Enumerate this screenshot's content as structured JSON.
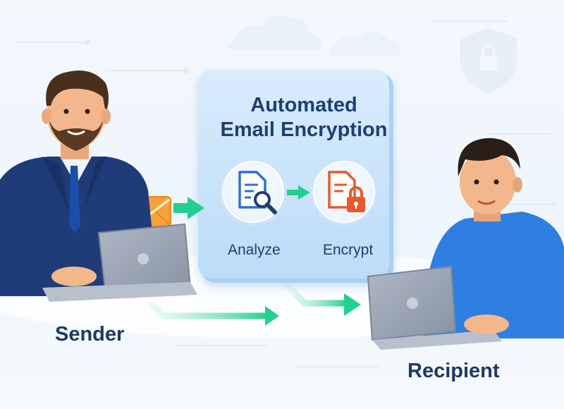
{
  "diagram": {
    "title_line1": "Automated",
    "title_line2": "Email Encryption",
    "steps": [
      {
        "label": "Analyze",
        "icon": "document-search-icon"
      },
      {
        "label": "Encrypt",
        "icon": "document-lock-icon"
      }
    ],
    "sender_label": "Sender",
    "recipient_label": "Recipient"
  },
  "colors": {
    "title": "#1f3f72",
    "card": "#cfe6fb",
    "arrow": "#2fd39a",
    "envelope": "#f7a23a",
    "lock": "#e85a2c"
  }
}
